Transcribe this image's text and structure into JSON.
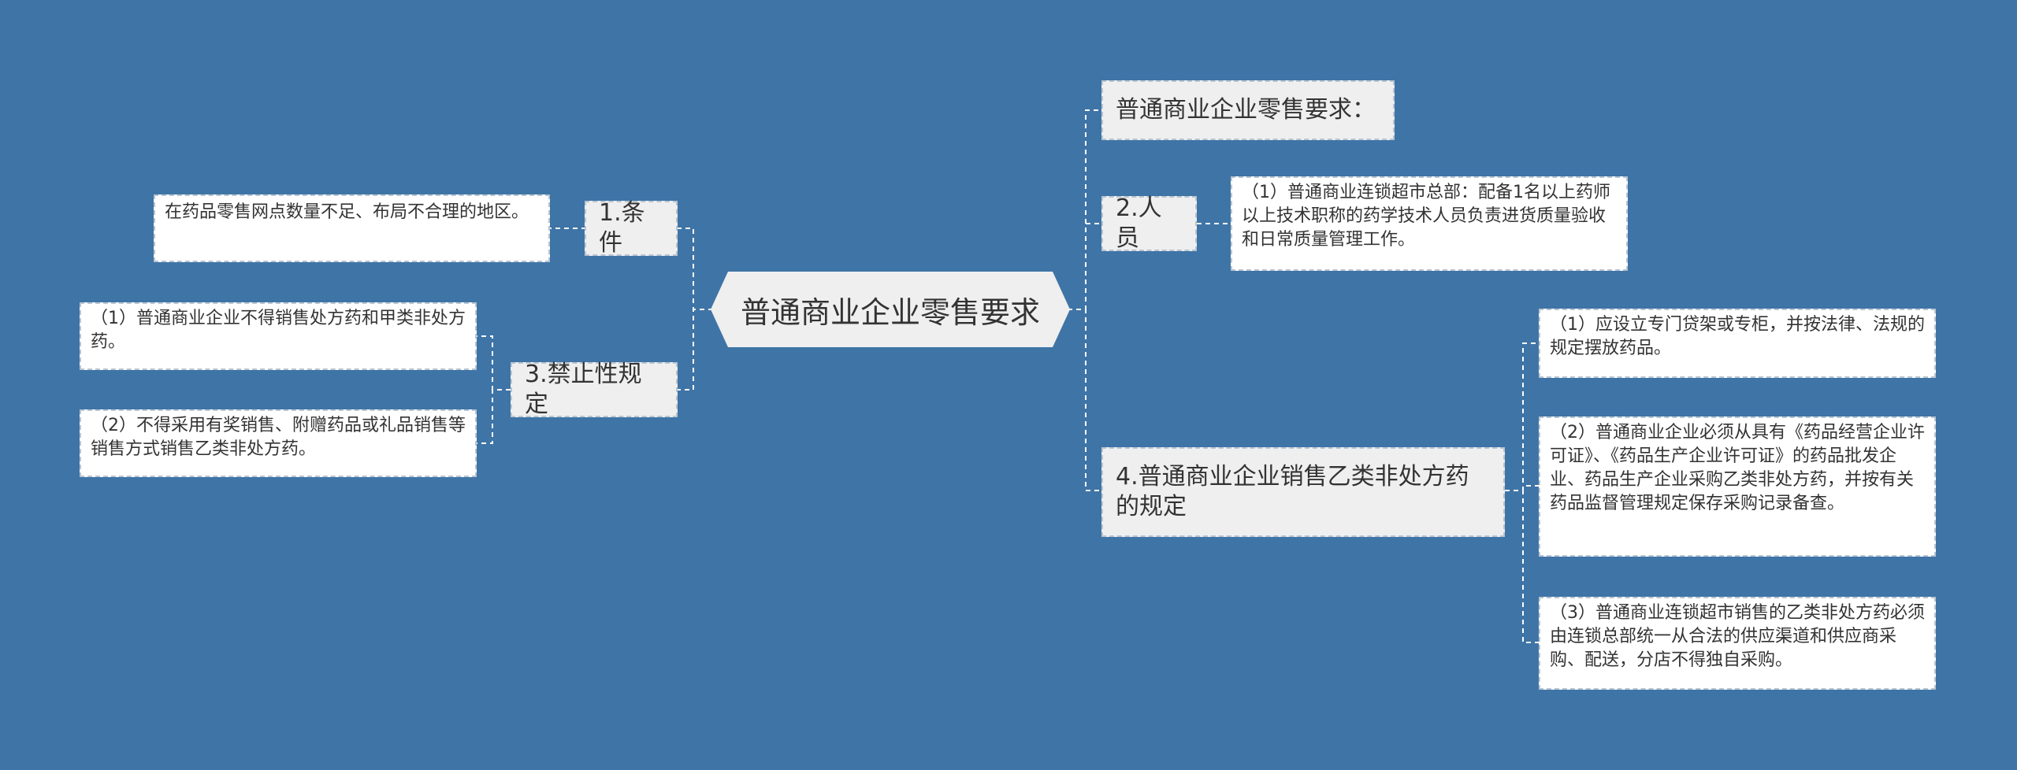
{
  "colors": {
    "background": "#3f74a6",
    "link": "#ffffff",
    "root_fill": "#efefef",
    "branch_fill": "#efefef",
    "leaf_fill": "#ffffff",
    "text": "#333333"
  },
  "root": {
    "label": "普通商业企业零售要求"
  },
  "branches": {
    "conditions": {
      "label": "1.条件",
      "children": [
        "在药品零售网点数量不足、布局不合理的地区。"
      ]
    },
    "prohibitions": {
      "label": "3.禁止性规定",
      "children": [
        "（1）普通商业企业不得销售处方药和甲类非处方药。",
        "（2）不得采用有奖销售、附赠药品或礼品销售等销售方式销售乙类非处方药。"
      ]
    },
    "requirements": {
      "label": "普通商业企业零售要求："
    },
    "personnel": {
      "label": "2.人员",
      "children": [
        "（1）普通商业连锁超市总部：配备1名以上药师以上技术职称的药学技术人员负责进货质量验收和日常质量管理工作。"
      ]
    },
    "otc_b": {
      "label": "4.普通商业企业销售乙类非处方药的规定",
      "children": [
        "（1）应设立专门贷架或专柜，并按法律、法规的规定摆放药品。",
        "（2）普通商业企业必须从具有《药品经营企业许可证》、《药品生产企业许可证》的药品批发企业、药品生产企业采购乙类非处方药，并按有关药品监督管理规定保存采购记录备查。",
        "（3）普通商业连锁超市销售的乙类非处方药必须由连锁总部统一从合法的供应渠道和供应商采购、配送，分店不得独自采购。"
      ]
    }
  }
}
